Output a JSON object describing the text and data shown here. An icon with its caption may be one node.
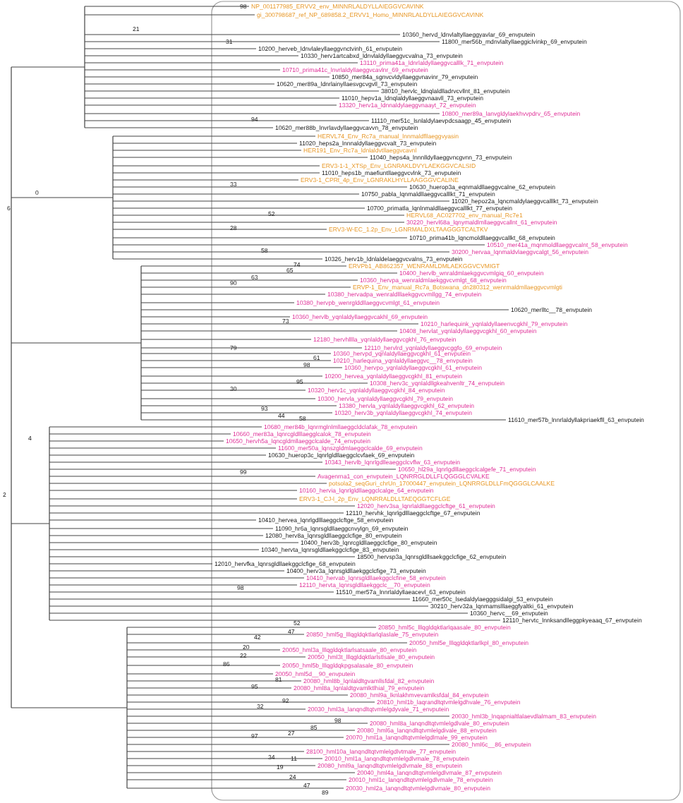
{
  "diagram": {
    "labels": [
      "98",
      "NP_001177985_ERVV2_env_MINNRLALDYLLAIEGGVCAVINK",
      "gi_300798687_ref_NP_689858.2_ERVV1_Homo_MINNRLALDYLLAIEGGVCAVINK",
      "21",
      "10360_hervd_ldnvlaltyllaeggyavlar_69_envputein",
      "31",
      "11800_mer56b_mdnvlaltyllaeggiclvinkp_69_envputein",
      "10200_herveb_ldnvlaleyllaeggvnctvinh_61_envputein",
      "10330_herv1artcabxd_ldnvlaldyllaeggvcvalna_73_envputein",
      "13110_prima41a_ldnrlaldyllaeggvcalllk_71_envputein",
      "10710_prima41c_lnvrlaldyllaeggvcavlnr_69_envputein",
      "10850_mer84a_sgnvcvldyllaeggvnavinr_79_envputein",
      "10620_mer89a_ldnrlainyllaesvgcvgvll_73_envputein",
      "38010_hervlc_ldnqlaldlladrvcvllnt_81_envputein",
      "11010_hepv1a_ldnqlaldyllaeggvnaavll_73_envputein",
      "13320_herv1a_ldnnaldylaeggvnaayt_72_envputein",
      "10800_mer89a_lanvgldylaekhvvpdrv_65_envputein",
      "94",
      "11110_mer51c_lsnlaldylaevpdcsaagp_45_envputein",
      "10620_mer88b_lnvrlavdyllaeggvcavvn_78_envputein",
      "HERVL74_Env_Rc7a_manual_lnnmaldfllaeggvyasin",
      "11020_heps2a_lnnnaldyllaeggvcvalt_73_envputein",
      "HER191_Env_Rc7a_ldnlaldvtllaeggvcavnl",
      "11040_heps4a_lnnnlldyllaeggvncgvnn_73_envputein",
      "ERV3-1-1_XTSp_Env_LGNRAKLDVYLAEKGGVCALSID",
      "11010_heps1b_maefiuntllaeggvcvlnk_73_envputein",
      "ERV3-1_CPRt_4p_Env_LGNRAKLHYLLAAGGGVCALINE",
      "33",
      "10630_huerop3a_eqnmaldllaeggvcalne_62_envputein",
      "0",
      "10750_pabla_lqnmaldllaeggvcalllkt_71_envputein",
      "11020_hepoz2a_lqncmaldylaeggvcalllkt_73_envputein",
      "6",
      "10700_primatla_lqnlnmaldllaeggvcalllkt_77_envputein",
      "52",
      "HERVL68_AC027702_env_manual_Rc7e1",
      "30220_hervl68a_lqnymaldlmllaeggvcallnt_61_envputein",
      "28",
      "ERV3-W-EC_1.2p_Env_LGNRMALDXLTAAGGGTCALTKV",
      "10710_prima41b_lqncmoldllaeggvcallkt_68_envputein",
      "10510_mer41a_mqnmoldllaeggvcalnt_58_envputein",
      "58",
      "30200_hervaa_lqnmaldvlaeggvcalgt_56_envputein",
      "10326_herv1b_ldnlaldelaeggvcvalns_73_envputein",
      "74",
      "ERVPb1_AB862357_WENRAMLDMLAEKGGVCVMIGT",
      "65",
      "10400_hervlb_wnraldmlaekggvcvmlgiq_60_envputein",
      "63",
      "10360_hervpa_wenraldmlaekggvcvmlgt_68_envputein",
      "90",
      "ERVP-1_Env_manual_Rc7a_Botswana_dn280312_wenrmaldmllaeggvcvmlgti",
      "10380_hervadpa_wenraldlllaekggvcvmllgg_74_envputein",
      "10380_hervpb_wenrglddllaeggvcvmlgt_61_envputein",
      "10620_merlltc__78_envputein",
      "10360_hervlb_yqnlaldyllaeggvcakhl_69_envputein",
      "73",
      "10210_harlequink_yqnlaldyllaeenvcgkhl_79_envputein",
      "10408_hervlat_yqnlaldyllaeggvcgkhl_60_envputein",
      "12180_hervhlllla_yqnlaldyllaeggvcgkhl_76_envputein",
      "79",
      "12110_hervlrd_yqnlaldyllaeggvcggfo_69_envputein",
      "10360_hervpd_yqnlaldyllaeggvcgkhl_61_envputein",
      "61",
      "10210_harlequina_yqnlaldyllaeggvc__78_envputein",
      "98",
      "10360_hervpo_yqnlaldyllaeggvcgkhl_61_envputein",
      "10200_hervea_yqnlaldyllaeggvcgkhl_81_envputein",
      "95",
      "10308_herv3c_yqnlaldllgkeahvenltr_74_envputein",
      "30",
      "10320_herv1c_yqnlaldyllaeggvcgkhl_84_envputein",
      "10300_hervla_yqnlaldyllaeggvcgkhl_79_envputein",
      "13380_hervla_yqnlaldyllaeggvcgkhl_62_envputein",
      "93",
      "10320_herv3b_yqnlaldyllaeggvcgkhl_74_envputein",
      "44",
      "58",
      "11610_mer57b_lnnrlaldyllakpriaekfll_63_envputein",
      "10680_mer84b_lqnrmglnlmllaeggcldclafak_78_envputein",
      "10660_mer83a_lqnrcgldlllaegglcalok_78_envputein",
      "10650_hervh5a_lqncgldmllaeggclcalde_74_envputein",
      "4",
      "11600_mer50a_lqnszgldmlaeggclcalde_69_envputein",
      "10630_huerop3c_lqnrlgldllaeggclcvfaek_69_envputein",
      "10343_hervlb_lqnrlgdlleaeggclcvflw_63_envputein",
      "10650_hl29a_lqnrlgdlllaeggclcalgefe_71_envputein",
      "99",
      "Avagenrna1_con_envputein_LQNRRGLDLLFLQGGGLCVALKE",
      "potsola2_seqGuri_chrUn_17000447_envputein_LQNRRGLDLLFmQGGGLCAALKE",
      "10160_hervia_lqnrlgldllaeggclcalge_64_envputein",
      "2",
      "ERV3-1_CJ-l_2p_Env_LQNRRALDLLTAEQGGTCFLGE",
      "12020_herv3sa_lqnrlaldllaeggclcftge_61_envputein",
      "12110_hervhk_lqnrlgdlllaeggclcftge_67_envputein",
      "10410_hervea_lqnrlgdlllaeggclcftge_58_envputein",
      "11090_hr6a_lqnrsgldllaeggcnvylgn_69_envputein",
      "12080_herv8a_lqnrsgldllaeggclcfige_80_envputein",
      "10400_herv3b_lqnrcgldllaeggclcfige_80_envputein",
      "10340_hervta_lqnrsgldllaekggclcfige_83_envputein",
      "18500_hervsp3a_lqnrsgldllsaekggclcfige_62_envputein",
      "12010_hervfka_lqnrsgldllaekggclcfige_68_envputein",
      "10400_herv3a_lqnrsgldllaekggclcfige_73_envputein",
      "10410_hervab_lqnrsgldllaekggclcfine_58_envputein",
      "12110_hervta_lqnrsgldllaekggclc__70_envputein",
      "98",
      "11510_mer57a_lnnrlaldyllaeacevl_63_envputein",
      "11660_mer50c_lsedaldylaegggsidalgi_53_envputein",
      "30210_herv32a_lqnmamslllaeggfyaltki_61_envputein",
      "10360_hervc__69_envputein",
      "12110_hervtc_lnnksandlleggpkyeaaq_67_envputein",
      "52",
      "20850_hml5c_lllqgldqktlarlqaasale_80_envputein",
      "47",
      "20850_hml5g_lllqgldqktlarlqlaslale_75_envputein",
      "42",
      "20050_hml5e_lllqgldqktlarlkpl_80_envputein",
      "20",
      "20050_hml3a_lllqgldqktlarlsatsaale_80_envputein",
      "22",
      "20050_hml3t_lllqgldqktlarlstlsale_80_envputein",
      "86",
      "20050_hml5b_lllqgldqkpgsalasale_80_envputein",
      "20050_hml5d__90_envputein",
      "81",
      "20080_hml8b_lqnlaldltgvamllsfdal_82_envputein",
      "95",
      "20080_hml8a_lqnlaldtgvamlktlhial_79_envputein",
      "20080_hml9a_lknlakhmvevamlksfdal_84_envputein",
      "92",
      "20810_hml1b_laqrandltqtvmlelgdhvale_76_envputein",
      "32",
      "20030_hml3a_lanqndltqtvmlelgdyvale_71_envputein",
      "20030_hml3b_lnqapnialtlalaevdlalmam_83_envputein",
      "98",
      "20080_hml8a_lanqndltqtvmlelgdlvale_80_envputein",
      "85",
      "20080_hml6a_lanqndltqtvmlelgdivale_88_envputein",
      "27",
      "97",
      "20070_hml1a_lanqndltqtvmlelgdlmale_99_envputein",
      "20080_hml6c__86_envputein",
      "28100_hml10a_lanqndltqtvmlelgdlvtmale_77_envputein",
      "34",
      "20010_hml1a_lanqndltqtvmlelgdlvmale_78_envputein",
      "11",
      "19",
      "20080_hml9a_lanqndltqtvmlelgdlvmale_88_envputein",
      "20040_hml4a_lanqndltqtvmlelgdlvmale_87_envputein",
      "24",
      "20010_hml1c_lanqndltqtvmlelgdlvmale_78_envputein",
      "47",
      "20030_hml2a_lanqndltqtvmlelgdlvmale_80_envputein",
      "89"
    ]
  }
}
